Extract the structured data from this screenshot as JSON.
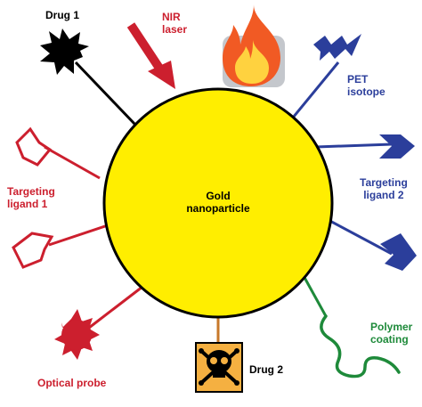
{
  "center": {
    "line1": "Gold",
    "line2": "nanoparticle",
    "fill": "#ffee00"
  },
  "labels": {
    "drug1": "Drug 1",
    "nir_line1": "NIR",
    "nir_line2": "laser",
    "pet_line1": "PET",
    "pet_line2": "isotope",
    "targeting2_line1": "Targeting",
    "targeting2_line2": "ligand 2",
    "polymer_line1": "Polymer",
    "polymer_line2": "coating",
    "drug2": "Drug 2",
    "optical": "Optical probe",
    "targeting1_line1": "Targeting",
    "targeting1_line2": "ligand 1"
  },
  "colors": {
    "black": "#000000",
    "red": "#cc1f2e",
    "blue": "#2b3e9b",
    "green": "#1e8a3a",
    "orange": "#c8782a",
    "flame_outer": "#f15a24",
    "flame_inner": "#ffd23f"
  },
  "icons": [
    "black-star-icon",
    "red-arrow-icon",
    "flame-icon",
    "lightning-bolt-icon",
    "arrow-icon",
    "sun-icon",
    "skull-icon"
  ]
}
